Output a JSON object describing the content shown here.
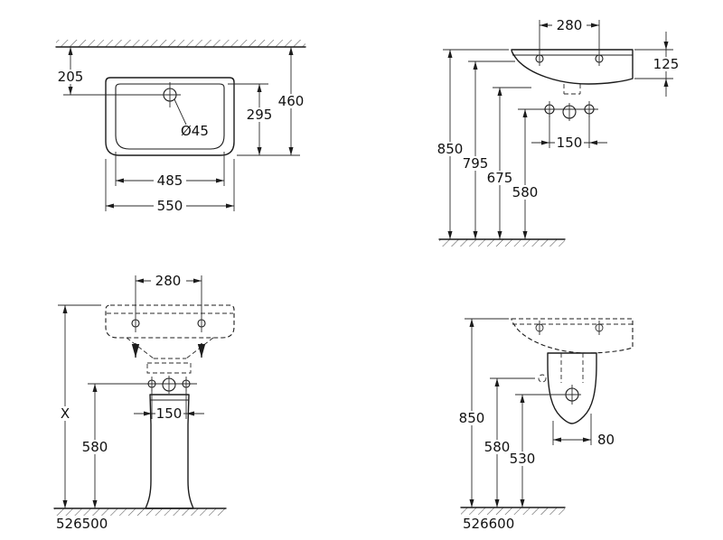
{
  "drawing": {
    "plan_view": {
      "wall_to_taphole": "205",
      "depth": "460",
      "inner_depth": "295",
      "taphole_diameter": "Ø45",
      "inner_width": "485",
      "width": "550"
    },
    "side_view": {
      "taphole_spacing": "280",
      "rim_thickness": "125",
      "rim_height": "850",
      "front_height": "795",
      "bowl_height": "675",
      "fixing_height": "580",
      "fixing_spacing": "150"
    },
    "pedestal_view": {
      "hole_spacing": "280",
      "height_variable": "X",
      "fixing_height": "580",
      "bolt_spacing": "150",
      "code": "526500"
    },
    "semipedestal_view": {
      "rim_height": "850",
      "fixing_height": "580",
      "trap_height": "530",
      "trap_offset": "80",
      "code": "526600"
    }
  }
}
